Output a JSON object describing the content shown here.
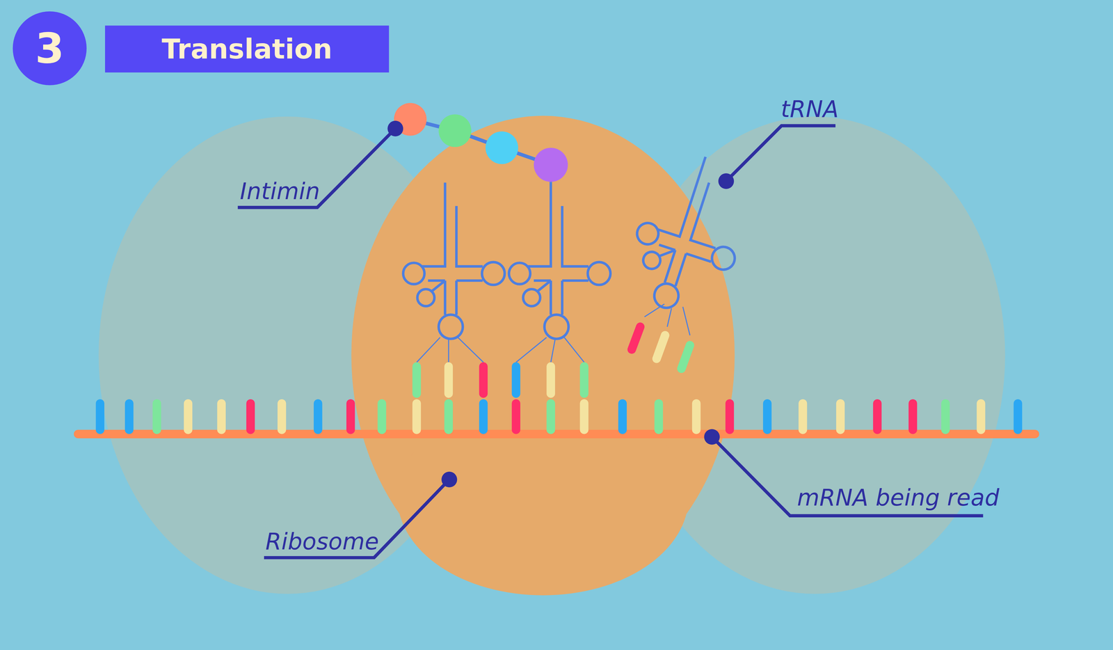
{
  "diagram": {
    "title": "Translation",
    "nodes": [
      {
        "text": [
          "3"
        ]
      }
    ],
    "labels": [
      "Intimin",
      "tRNA",
      "mRNA being read",
      "Ribosome"
    ]
  }
}
